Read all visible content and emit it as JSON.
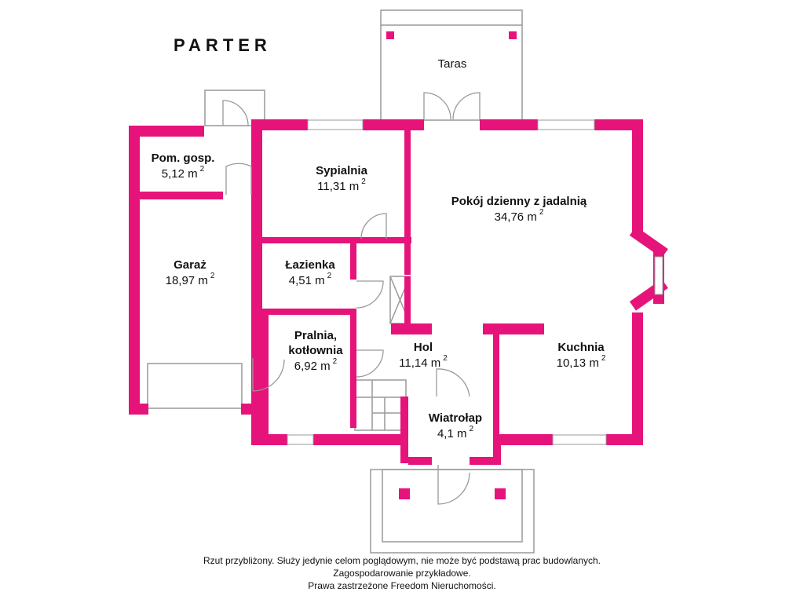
{
  "plan": {
    "title": "PARTER",
    "terrace_label": "Taras",
    "wall_color": "#e6137a",
    "rooms": [
      {
        "name": "Pom. gosp.",
        "area": "5,12 m",
        "exp": "2"
      },
      {
        "name": "Sypialnia",
        "area": "11,31 m",
        "exp": "2"
      },
      {
        "name": "Pokój dzienny z jadalnią",
        "area": "34,76 m",
        "exp": "2"
      },
      {
        "name": "Garaż",
        "area": "18,97 m",
        "exp": "2"
      },
      {
        "name": "Łazienka",
        "area": "4,51 m",
        "exp": "2"
      },
      {
        "name": "Pralnia,",
        "name2": "kotłownia",
        "area": "6,92 m",
        "exp": "2"
      },
      {
        "name": "Hol",
        "area": "11,14 m",
        "exp": "2"
      },
      {
        "name": "Kuchnia",
        "area": "10,13 m",
        "exp": "2"
      },
      {
        "name": "Wiatrołap",
        "area": "4,1 m",
        "exp": "2"
      }
    ]
  },
  "footer": {
    "line1": "Rzut przybliżony. Służy jedynie celom poglądowym, nie może być podstawą prac budowlanych.",
    "line2": "Zagospodarowanie przykładowe.",
    "line3": "Prawa zastrzeżone Freedom Nieruchomości."
  }
}
